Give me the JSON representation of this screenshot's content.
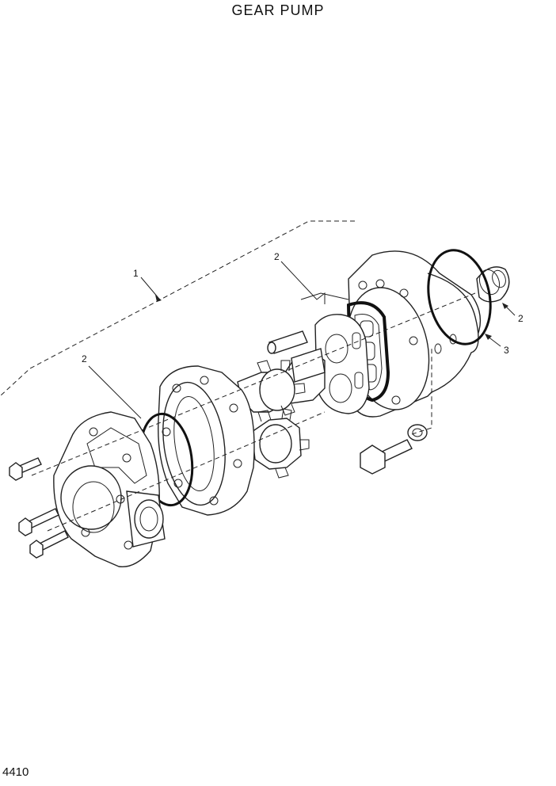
{
  "title": "GEAR PUMP",
  "page_number": "4410",
  "callouts": {
    "c1": "1",
    "c2_top": "2",
    "c2_left": "2",
    "c2_right": "2",
    "c3": "3"
  }
}
